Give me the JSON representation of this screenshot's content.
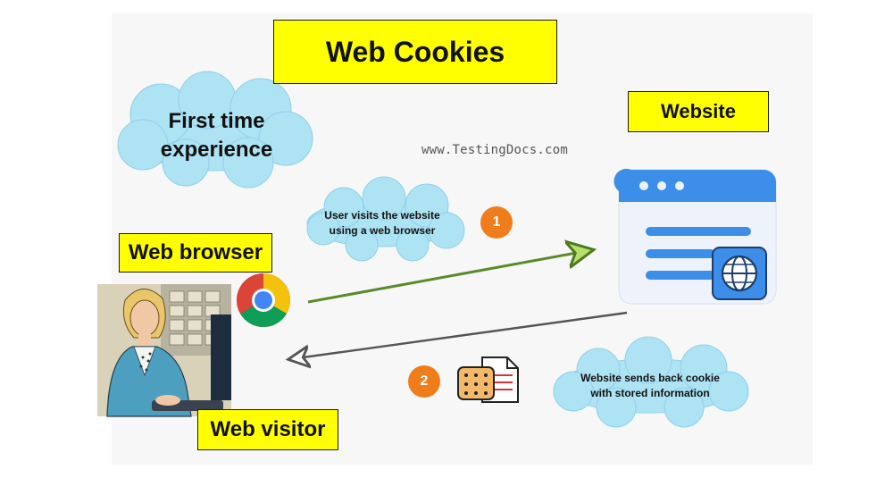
{
  "title": "Web Cookies",
  "watermark": "www.TestingDocs.com",
  "labels": {
    "website": "Website",
    "web_browser": "Web browser",
    "web_visitor": "Web visitor"
  },
  "clouds": {
    "first_time_line1": "First time",
    "first_time_line2": "experience",
    "step1_line1": "User visits the website",
    "step1_line2": "using a web browser",
    "step2_line1": "Website sends back cookie",
    "step2_line2": "with stored information"
  },
  "steps": {
    "step1": "1",
    "step2": "2"
  },
  "colors": {
    "label_fill": "#ffff00",
    "cloud_fill": "#aee3f4",
    "badge": "#f07d1c",
    "request_arrow": "#5a8a2a",
    "response_arrow": "#555555",
    "window_header": "#3d8ee8",
    "window_body": "#eef3fb"
  },
  "icons": {
    "browser_logo": "chrome-icon",
    "website": "website-window-icon",
    "globe": "globe-icon",
    "cookie": "cookie-icon",
    "document": "document-icon",
    "visitor": "web-visitor-illustration"
  }
}
